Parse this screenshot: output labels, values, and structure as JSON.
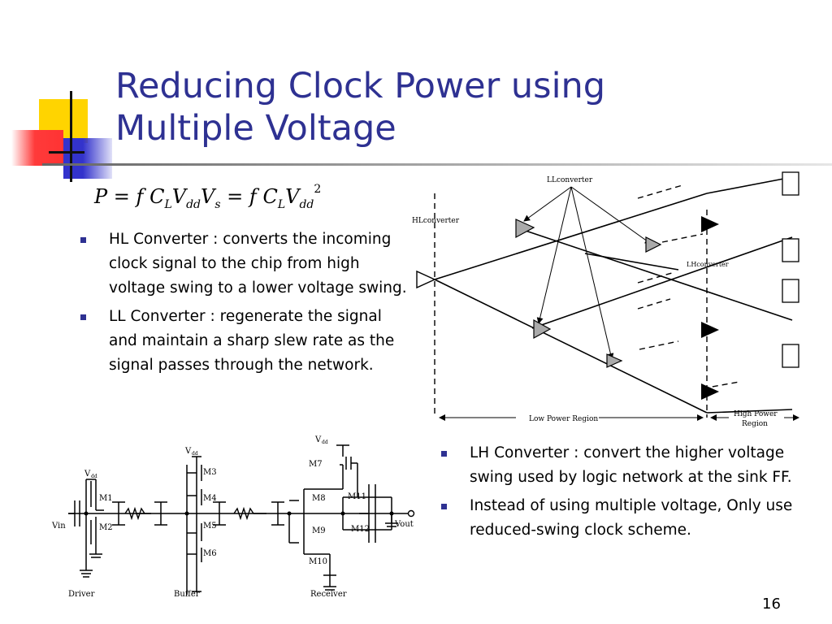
{
  "slide": {
    "title_line1": "Reducing Clock Power using",
    "title_line2": "Multiple Voltage",
    "page_number": "16"
  },
  "formula": {
    "P": "P",
    "eq": " = ",
    "f": "f",
    "C": "C",
    "L": "L",
    "V": "V",
    "dd": "dd",
    "s": "s",
    "sq": "2"
  },
  "bullets_left": [
    {
      "text": "HL Converter : converts the incoming clock signal to the chip from high voltage swing to a lower voltage swing."
    },
    {
      "text": "LL Converter : regenerate the signal and maintain a sharp slew rate as the signal passes through the network."
    }
  ],
  "bullets_right": [
    {
      "text": "LH Converter : convert the higher voltage swing used by logic network at the sink FF."
    },
    {
      "text": "Instead of using multiple voltage, Only use reduced-swing clock scheme."
    }
  ],
  "network_diagram": {
    "label_ll": "LLconverter",
    "label_hl": "HLconverter",
    "label_lh": "LHconverter",
    "label_low_region": "Low Power Region",
    "label_high_region_1": "High Power",
    "label_high_region_2": "Region"
  },
  "circuit_diagram": {
    "vdd_main": "V",
    "vdd_sub": "dd",
    "m1": "M1",
    "m2": "M2",
    "m3": "M3",
    "m4": "M4",
    "m5": "M5",
    "m6": "M6",
    "m7": "M7",
    "m8": "M8",
    "m9": "M9",
    "m10": "M10",
    "m11": "M11",
    "m12": "M12",
    "vin": "Vin",
    "vout": "Vout",
    "driver": "Driver",
    "buffer": "Buffer",
    "receiver": "Receiver"
  },
  "colors": {
    "title": "#2e3192",
    "bullet": "#2e3192",
    "deco_yellow": "#ffd400",
    "deco_red": "#ff3333",
    "deco_blue": "#3333cc"
  }
}
